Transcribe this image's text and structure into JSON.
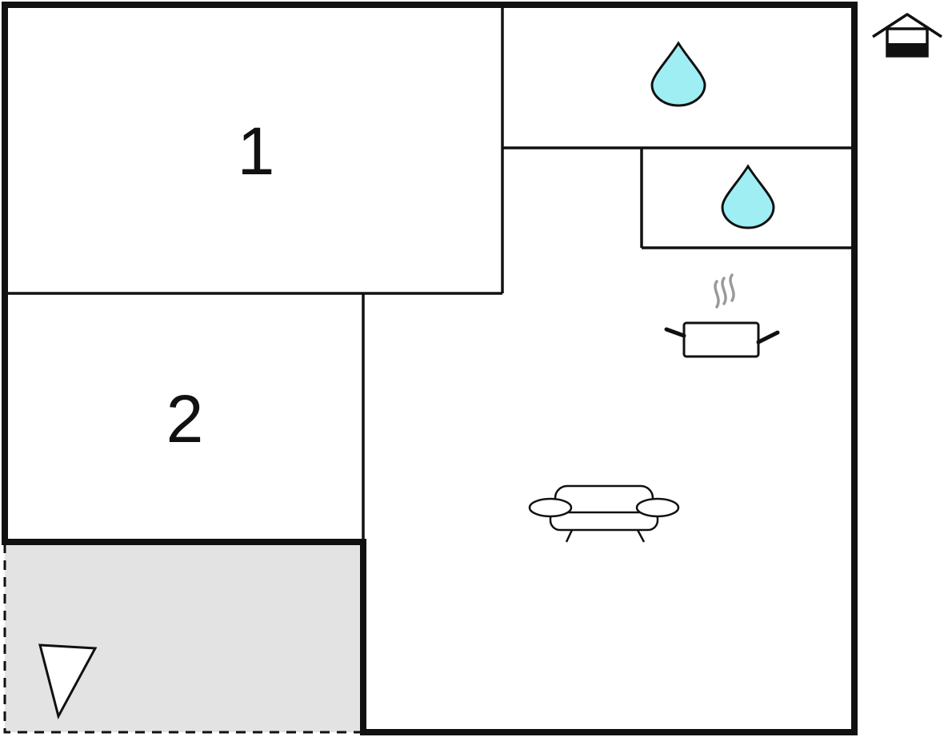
{
  "floorplan": {
    "rooms": [
      {
        "id": "bedroom-1",
        "label": "1"
      },
      {
        "id": "bedroom-2",
        "label": "2"
      }
    ],
    "icons": [
      "house-floor-icon",
      "water-drop-icon",
      "water-drop-icon",
      "cooking-pot-icon",
      "sofa-icon",
      "terrace-triangle-icon"
    ],
    "colors": {
      "wall": "#111111",
      "terrace": "#e3e3e3",
      "water_drop": "#9feef4",
      "steam": "#9a9a9a",
      "background": "#ffffff"
    }
  }
}
